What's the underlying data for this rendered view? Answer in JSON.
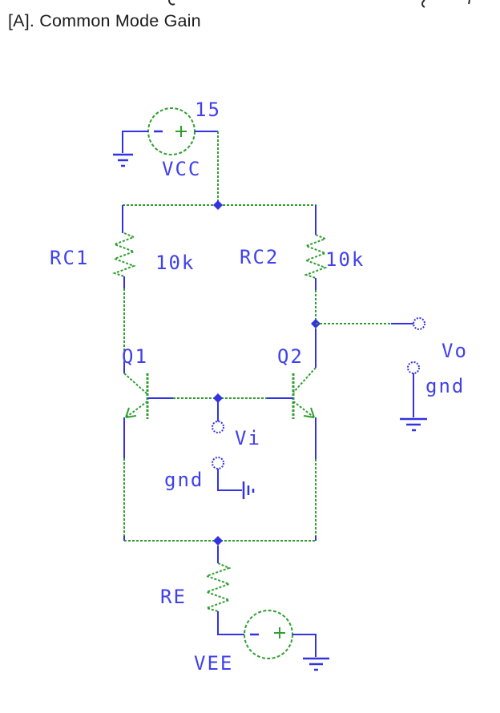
{
  "title": "[A]. Common Mode Gain",
  "colors": {
    "wire": "#2f9e2f",
    "pin": "#3232e2",
    "label": "#4040ee",
    "title_text": "#1b1b1b"
  },
  "schematic": {
    "sources": {
      "vcc": {
        "label": "VCC",
        "value": "15",
        "plus": "+",
        "minus": "-"
      },
      "vee": {
        "label": "VEE",
        "plus": "+",
        "minus": "-"
      }
    },
    "resistors": {
      "rc1": {
        "label": "RC1",
        "value": "10k"
      },
      "rc2": {
        "label": "RC2",
        "value": "10k"
      },
      "re": {
        "label": "RE"
      }
    },
    "transistors": {
      "q1": {
        "label": "Q1"
      },
      "q2": {
        "label": "Q2"
      }
    },
    "terminals": {
      "vi": {
        "label": "Vi"
      },
      "vo": {
        "label": "Vo"
      },
      "gnd_in": {
        "label": "gnd"
      },
      "gnd_out": {
        "label": "gnd"
      }
    }
  }
}
